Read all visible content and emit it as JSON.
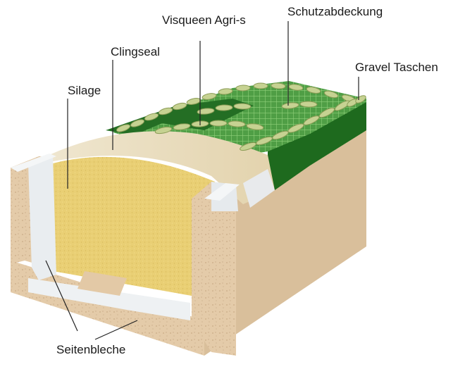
{
  "labels": {
    "visqueen": "Visqueen Agri-s",
    "schutz": "Schutzabdeckung",
    "clingseal": "Clingseal",
    "gravel": "Gravel Taschen",
    "silage": "Silage",
    "seiten": "Seitenbleche"
  },
  "colors": {
    "silage": "#e9cf74",
    "clingseal": "#efe4c6",
    "concrete": "#dcc3a3",
    "concrete_dark": "#c9ad8a",
    "side_sheet": "#e8ecef",
    "green_dark": "#1f6b1f",
    "green_mid": "#2f8a2f",
    "green_mesh": "#5fae4f",
    "gravel_bag": "#c2cf8e"
  }
}
